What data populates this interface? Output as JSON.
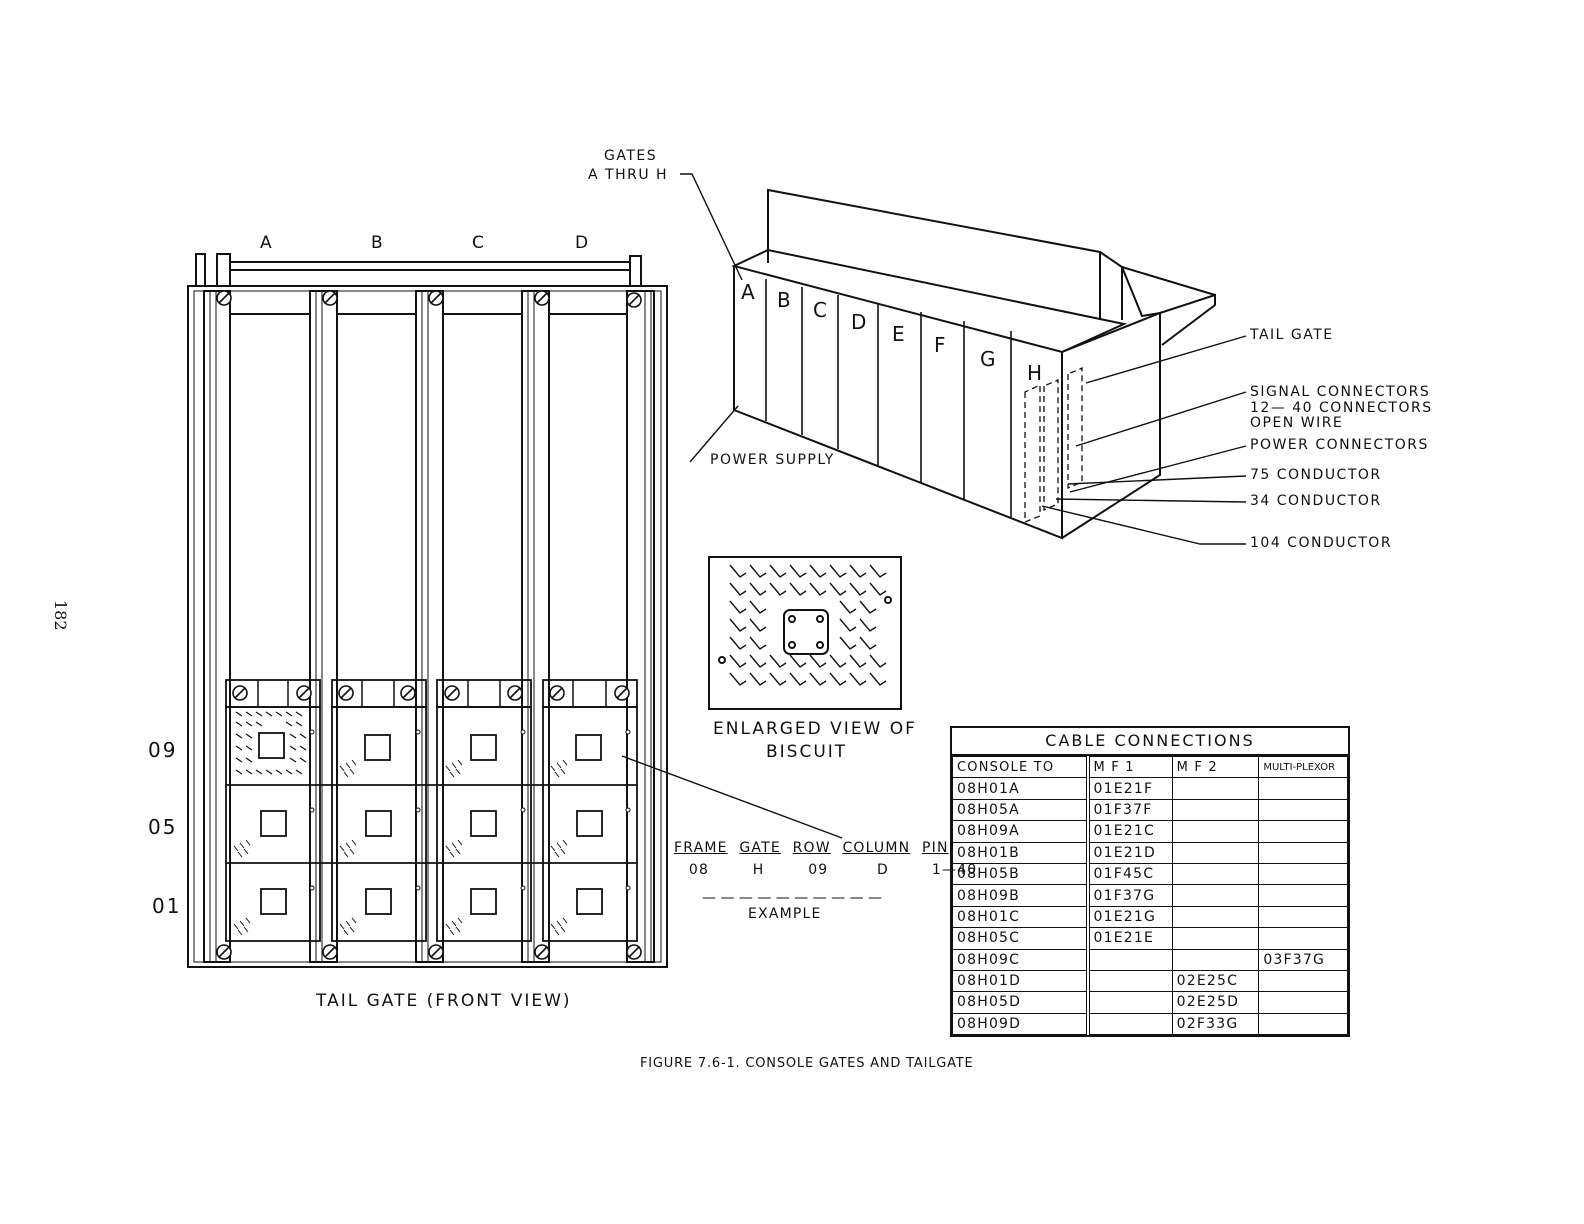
{
  "page_number": "182",
  "front_view": {
    "column_labels": [
      "A",
      "B",
      "C",
      "D"
    ],
    "row_labels": [
      "09",
      "05",
      "01"
    ],
    "caption": "TAIL GATE (FRONT VIEW)"
  },
  "perspective": {
    "gates_label_line1": "GATES",
    "gates_label_line2": "A THRU H",
    "gate_letters": [
      "A",
      "B",
      "C",
      "D",
      "E",
      "F",
      "G",
      "H"
    ],
    "power_supply": "POWER SUPPLY",
    "callouts": {
      "tail_gate": "TAIL GATE",
      "signal_1": "SIGNAL CONNECTORS",
      "signal_2": "12— 40 CONNECTORS",
      "signal_3": "OPEN WIRE",
      "power_connectors": "POWER CONNECTORS",
      "c75": "75 CONDUCTOR",
      "c34": "34 CONDUCTOR",
      "c104": "104 CONDUCTOR"
    }
  },
  "biscuit": {
    "line1": "ENLARGED VIEW OF",
    "line2": "BISCUIT"
  },
  "example": {
    "headers": [
      "FRAME",
      "GATE",
      "ROW",
      "COLUMN",
      "PIN"
    ],
    "values": [
      "08",
      "H",
      "09",
      "D",
      "1—40"
    ],
    "dashes": "— — — — — — — — — —",
    "label": "EXAMPLE"
  },
  "cable_connections": {
    "title": "CABLE CONNECTIONS",
    "headers": [
      "CONSOLE TO",
      "M F 1",
      "M F 2",
      "MULTI-PLEXOR"
    ],
    "rows": [
      [
        "08H01A",
        "01E21F",
        "",
        ""
      ],
      [
        "08H05A",
        "01F37F",
        "",
        ""
      ],
      [
        "08H09A",
        "01E21C",
        "",
        ""
      ],
      [
        "08H01B",
        "01E21D",
        "",
        ""
      ],
      [
        "08H05B",
        "01F45C",
        "",
        ""
      ],
      [
        "08H09B",
        "01F37G",
        "",
        ""
      ],
      [
        "08H01C",
        "01E21G",
        "",
        ""
      ],
      [
        "08H05C",
        "01E21E",
        "",
        ""
      ],
      [
        "08H09C",
        "",
        "",
        "03F37G"
      ],
      [
        "08H01D",
        "",
        "02E25C",
        ""
      ],
      [
        "08H05D",
        "",
        "02E25D",
        ""
      ],
      [
        "08H09D",
        "",
        "02F33G",
        ""
      ]
    ]
  },
  "caption": "FIGURE 7.6-1. CONSOLE GATES AND TAILGATE"
}
